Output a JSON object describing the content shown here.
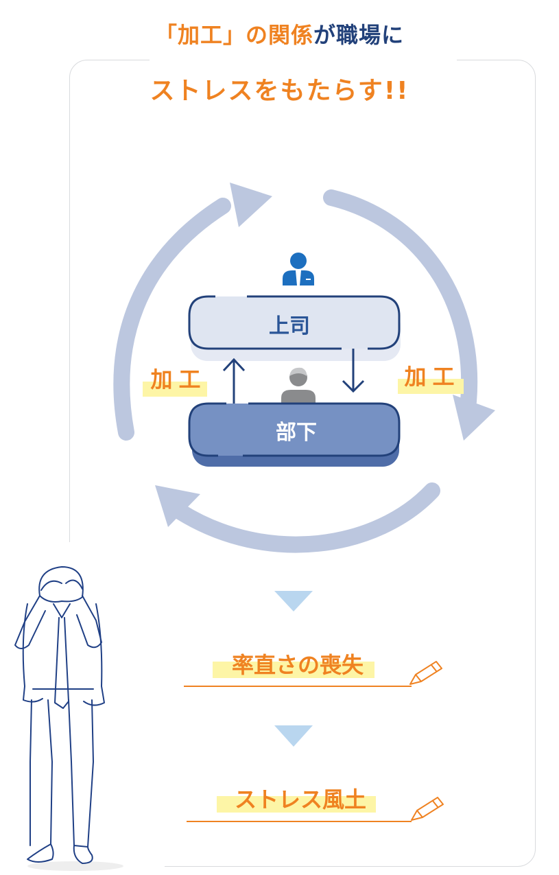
{
  "heading": {
    "line1_part1": "「加工」の関係",
    "line1_part2": "が職場に",
    "line2": "ストレスをもたらす!!"
  },
  "diagram": {
    "boss_label": "上司",
    "subordinate_label": "部下",
    "left_label": "加 工",
    "right_label": "加 工"
  },
  "results": [
    {
      "label": "率直さの喪失"
    },
    {
      "label": "ストレス風土"
    }
  ],
  "colors": {
    "orange": "#ef8221",
    "navy": "#22417a",
    "cycle_arrow": "#bcc7df",
    "boss_box": "#dfe5f1",
    "subordinate_box": "#7691c3",
    "highlight": "#fdf5a6",
    "triangle": "#b9d6ef"
  }
}
